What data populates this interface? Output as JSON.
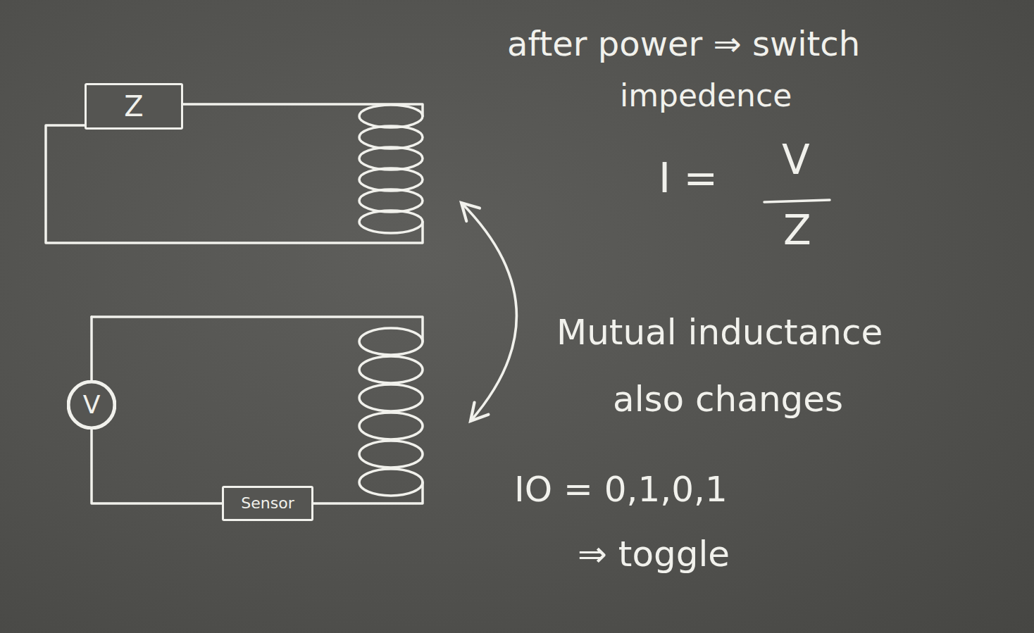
{
  "diagram": {
    "nodes": [
      {
        "text": [
          "Z"
        ]
      },
      {
        "text": [
          "V"
        ]
      },
      {
        "text": [
          "Sensor"
        ]
      }
    ],
    "edges": [
      {
        "from": 1,
        "to": 2,
        "arrow": "none"
      }
    ],
    "labels": [
      "after power ⇒ switch",
      "impedence",
      "I =",
      "V",
      "Z",
      "Mutual inductance",
      "also changes",
      "IO = 0,1,0,1",
      "⇒ toggle"
    ]
  }
}
